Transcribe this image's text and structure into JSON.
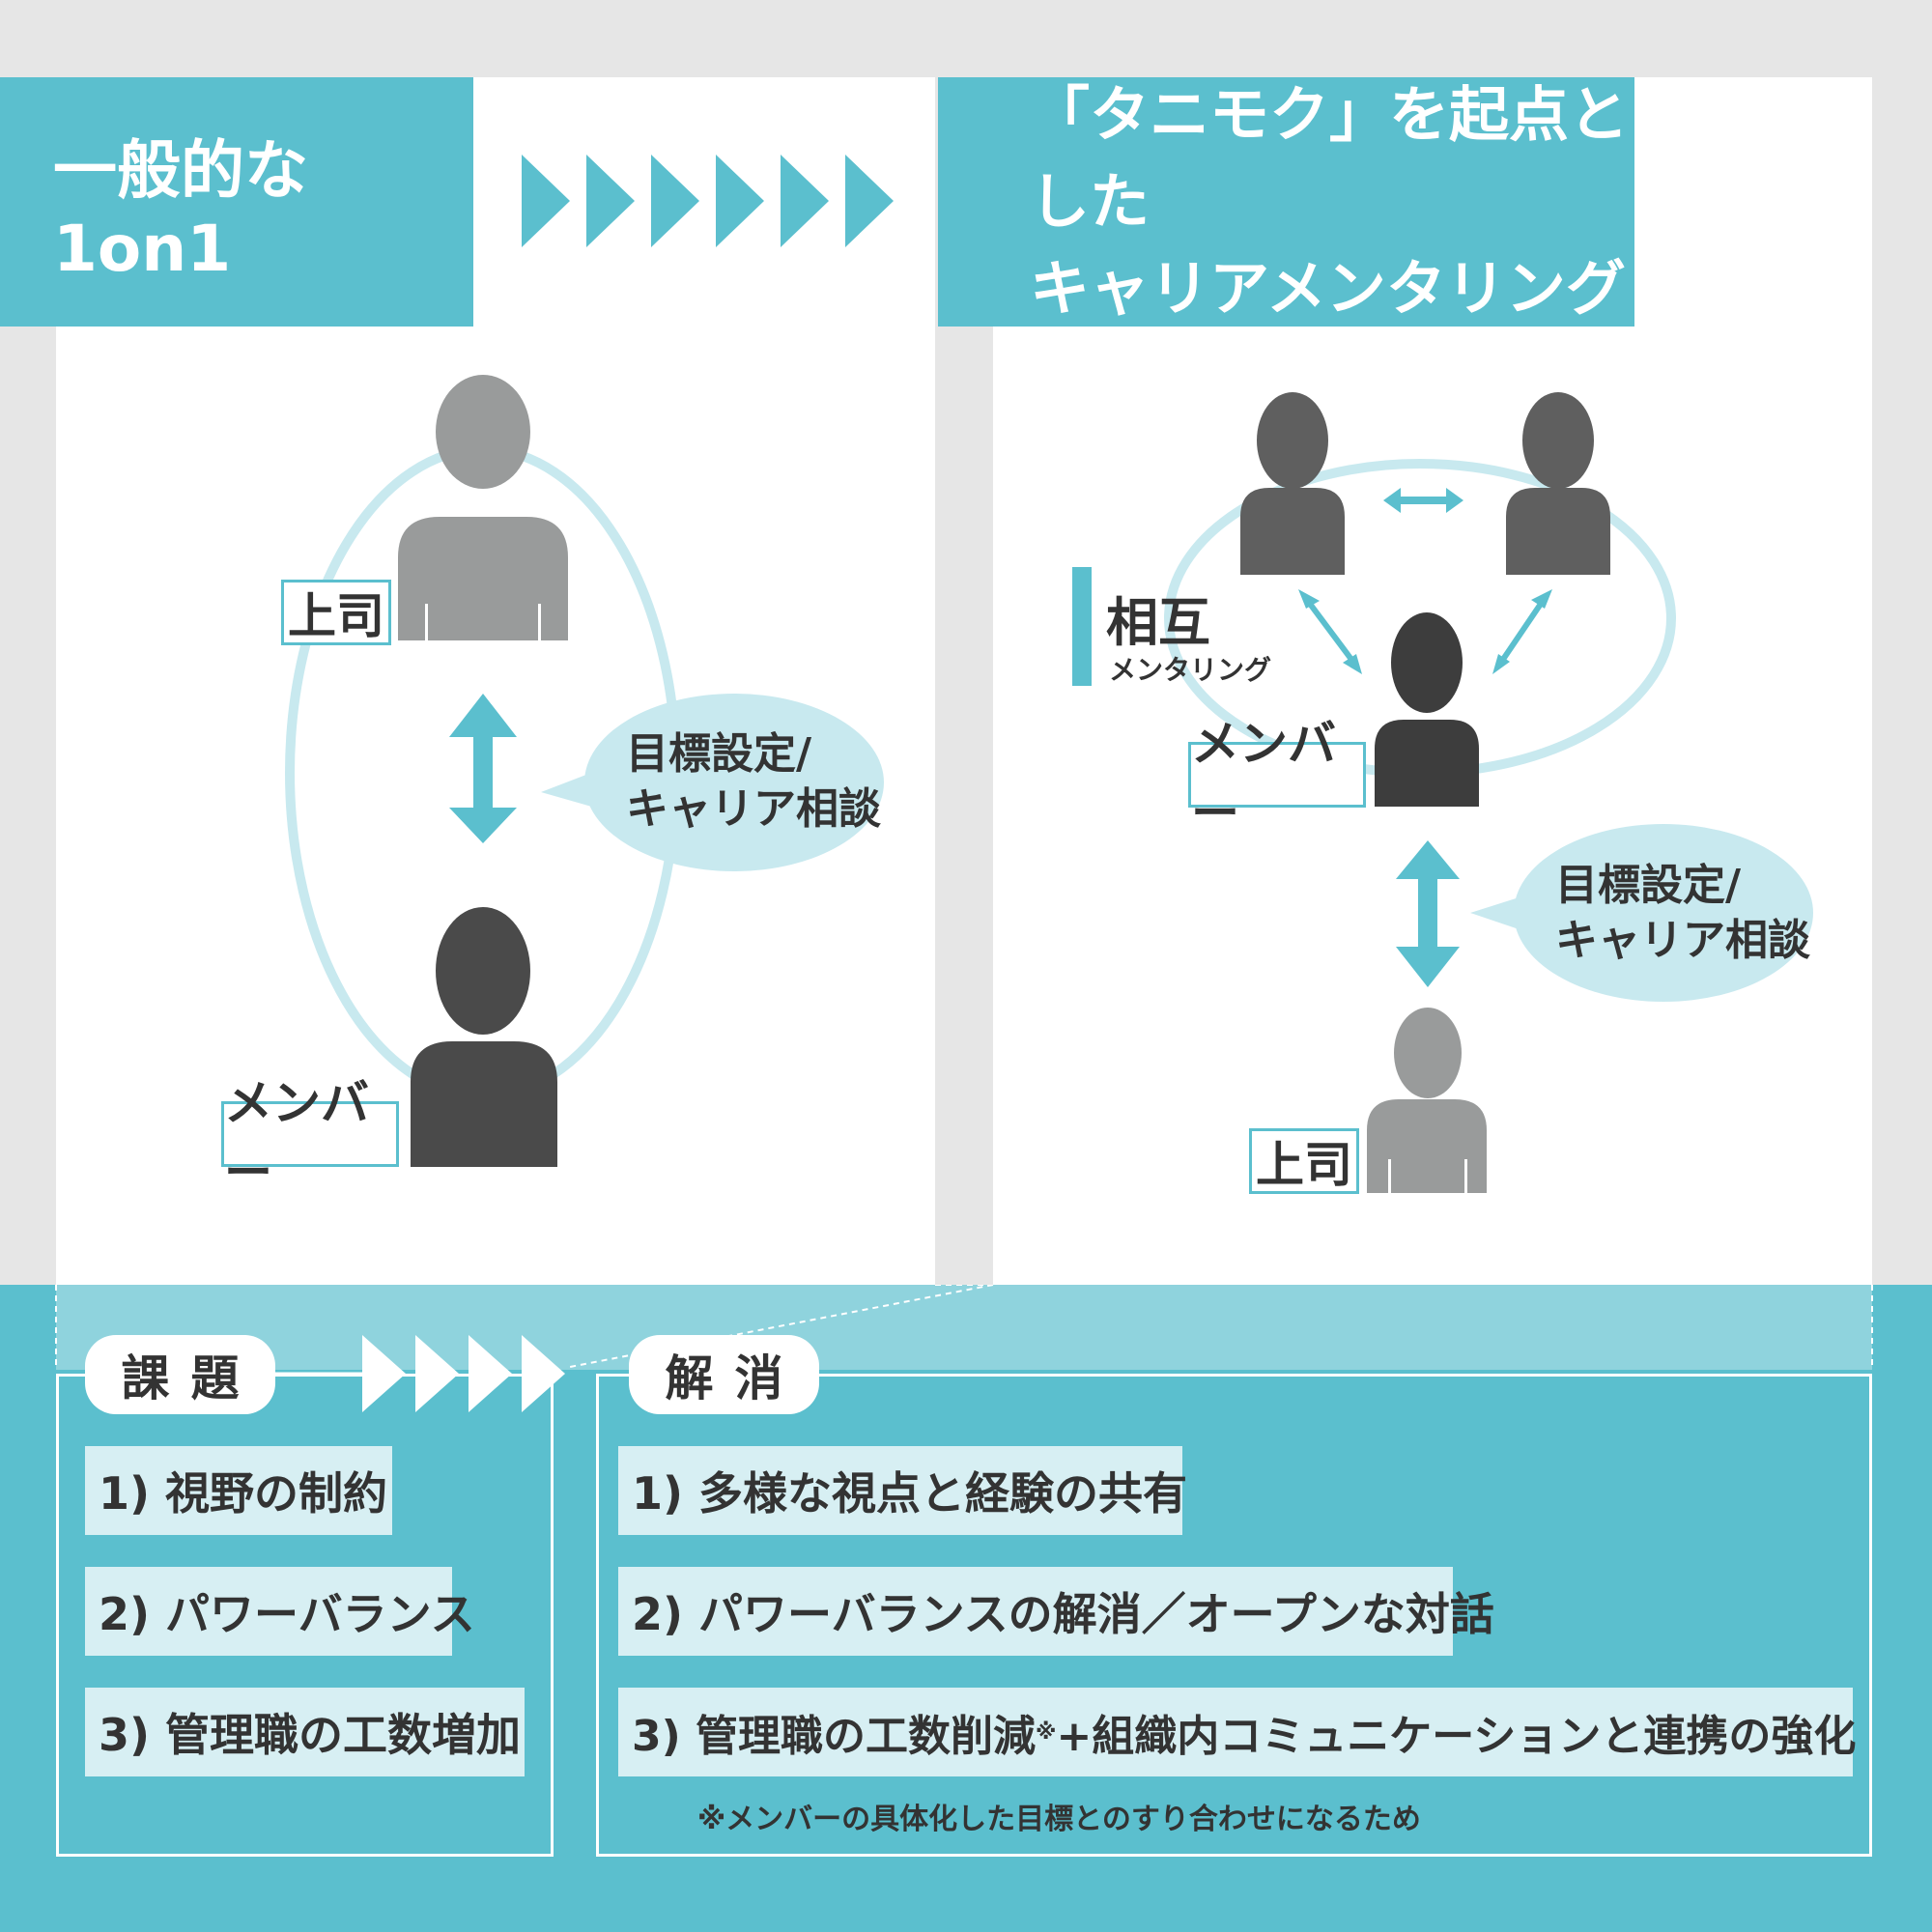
{
  "left": {
    "title": "一般的な1on1",
    "boss_label": "上司",
    "member_label": "メンバー",
    "bubble_line1": "目標設定/",
    "bubble_line2": "キャリア相談"
  },
  "right": {
    "title_line1": "「タニモク」を起点とした",
    "title_line2": "キャリアメンタリング",
    "mutual_title": "相互",
    "mutual_sub": "メンタリング",
    "member_label": "メンバー",
    "boss_label": "上司",
    "bubble_line1": "目標設定/",
    "bubble_line2": "キャリア相談"
  },
  "issues": {
    "title": "課題",
    "items": [
      "1) 視野の制約",
      "2) パワーバランス",
      "3) 管理職の工数増加"
    ]
  },
  "solutions": {
    "title": "解消",
    "items": [
      "1) 多様な視点と経験の共有",
      "2) パワーバランスの解消／オープンな対話",
      "3) 管理職の工数削減",
      "+組織内コミュニケーションと連携の強化"
    ],
    "mark": "※",
    "note": "※メンバーの具体化した目標とのすり合わせになるため"
  },
  "colors": {
    "accent": "#5bbfce",
    "accent_light": "#c8e9ef",
    "person_dark": "#4a4a4a",
    "person_light": "#999b9b"
  }
}
